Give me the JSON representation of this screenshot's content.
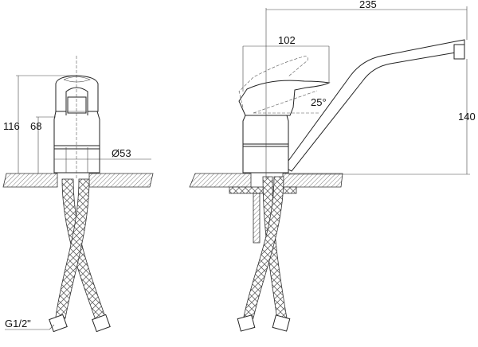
{
  "title": "Single-lever faucet technical drawing",
  "front_view": {
    "dim_total_height": "116",
    "dim_body_height": "68",
    "dim_diameter": "Ø53",
    "dim_thread": "G1/2\""
  },
  "side_view": {
    "dim_spout_reach": "235",
    "dim_handle_length": "102",
    "dim_handle_angle": "25°",
    "dim_spout_height": "140"
  }
}
